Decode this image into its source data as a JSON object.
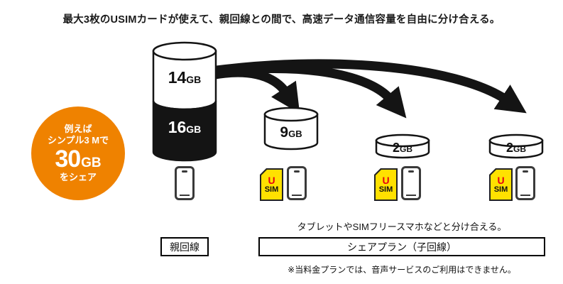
{
  "heading": "最大3枚のUSIMカードが使えて、親回線との間で、高速データ通信容量を自由に分け合える。",
  "badge": {
    "line1": "例えば",
    "line2": "シンプル3 Mで",
    "amount": "30",
    "unit": "GB",
    "line3": "をシェア"
  },
  "main_cylinder": {
    "top_value": "14",
    "top_unit": "GB",
    "bottom_value": "16",
    "bottom_unit": "GB"
  },
  "share_cylinders": [
    {
      "value": "9",
      "unit": "GB"
    },
    {
      "value": "2",
      "unit": "GB"
    },
    {
      "value": "2",
      "unit": "GB"
    }
  ],
  "usim_card": {
    "line1": "U",
    "line2": "SIM"
  },
  "labels": {
    "parent_line": "親回線",
    "share_plan": "シェアプラン（子回線）",
    "share_note": "タブレットやSIMフリースマホなどと分け合える。",
    "footnote": "※当料金プランでは、音声サービスのご利用はできません。"
  },
  "colors": {
    "accent_orange": "#ef8200",
    "usim_yellow": "#ffe100",
    "usim_red": "#e60012",
    "ink": "#141414"
  }
}
